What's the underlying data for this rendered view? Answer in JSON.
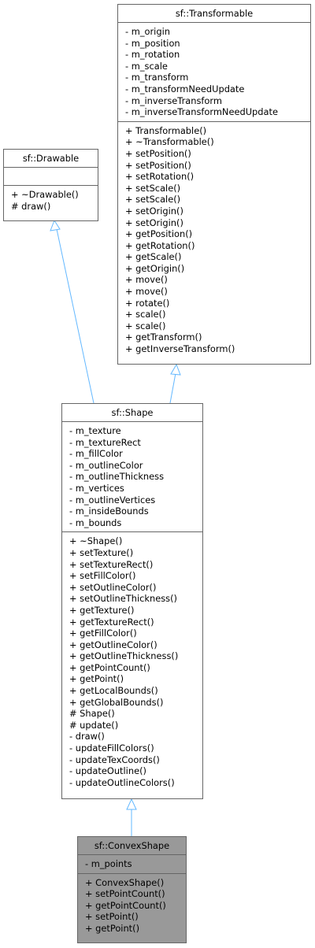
{
  "colors": {
    "edge": "#63B8FF",
    "border": "#666666",
    "highlight_fill": "#999999"
  },
  "classes": {
    "transformable": {
      "name": "sf::Transformable",
      "attributes": [
        "- m_origin",
        "- m_position",
        "- m_rotation",
        "- m_scale",
        "- m_transform",
        "- m_transformNeedUpdate",
        "- m_inverseTransform",
        "- m_inverseTransformNeedUpdate"
      ],
      "methods": [
        "+ Transformable()",
        "+ ~Transformable()",
        "+ setPosition()",
        "+ setPosition()",
        "+ setRotation()",
        "+ setScale()",
        "+ setScale()",
        "+ setOrigin()",
        "+ setOrigin()",
        "+ getPosition()",
        "+ getRotation()",
        "+ getScale()",
        "+ getOrigin()",
        "+ move()",
        "+ move()",
        "+ rotate()",
        "+ scale()",
        "+ scale()",
        "+ getTransform()",
        "+ getInverseTransform()"
      ]
    },
    "drawable": {
      "name": "sf::Drawable",
      "attributes": [],
      "methods": [
        "+ ~Drawable()",
        "# draw()"
      ]
    },
    "shape": {
      "name": "sf::Shape",
      "attributes": [
        "- m_texture",
        "- m_textureRect",
        "- m_fillColor",
        "- m_outlineColor",
        "- m_outlineThickness",
        "- m_vertices",
        "- m_outlineVertices",
        "- m_insideBounds",
        "- m_bounds"
      ],
      "methods": [
        "+ ~Shape()",
        "+ setTexture()",
        "+ setTextureRect()",
        "+ setFillColor()",
        "+ setOutlineColor()",
        "+ setOutlineThickness()",
        "+ getTexture()",
        "+ getTextureRect()",
        "+ getFillColor()",
        "+ getOutlineColor()",
        "+ getOutlineThickness()",
        "+ getPointCount()",
        "+ getPoint()",
        "+ getLocalBounds()",
        "+ getGlobalBounds()",
        "# Shape()",
        "# update()",
        "- draw()",
        "- updateFillColors()",
        "- updateTexCoords()",
        "- updateOutline()",
        "- updateOutlineColors()"
      ]
    },
    "convexshape": {
      "name": "sf::ConvexShape",
      "attributes": [
        "- m_points"
      ],
      "methods": [
        "+ ConvexShape()",
        "+ setPointCount()",
        "+ getPointCount()",
        "+ setPoint()",
        "+ getPoint()"
      ]
    }
  }
}
